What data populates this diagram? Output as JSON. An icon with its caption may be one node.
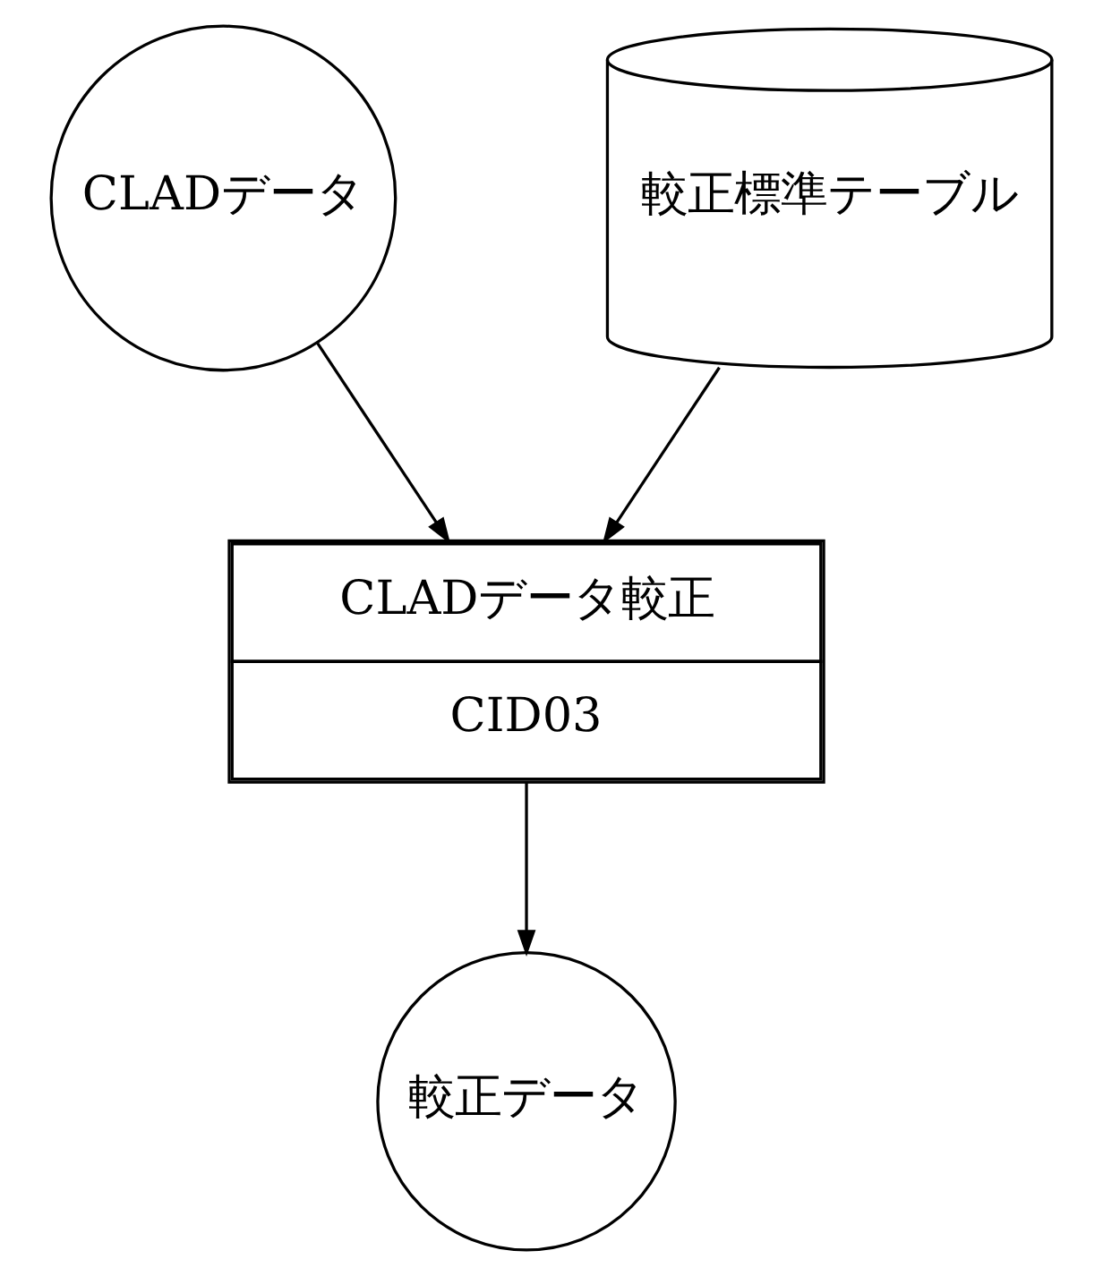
{
  "diagram": {
    "nodes": [
      {
        "text": [
          "CLADデータ"
        ]
      },
      {
        "text": [
          "較正標準テーブル"
        ]
      },
      {
        "text": [
          "CLADデータ較正",
          "CID03"
        ]
      },
      {
        "text": [
          "較正データ"
        ]
      }
    ],
    "edges": [
      {
        "from": 0,
        "to": 2,
        "arrow": "to"
      },
      {
        "from": 1,
        "to": 2,
        "arrow": "to"
      },
      {
        "from": 2,
        "to": 3,
        "arrow": "to"
      }
    ]
  }
}
